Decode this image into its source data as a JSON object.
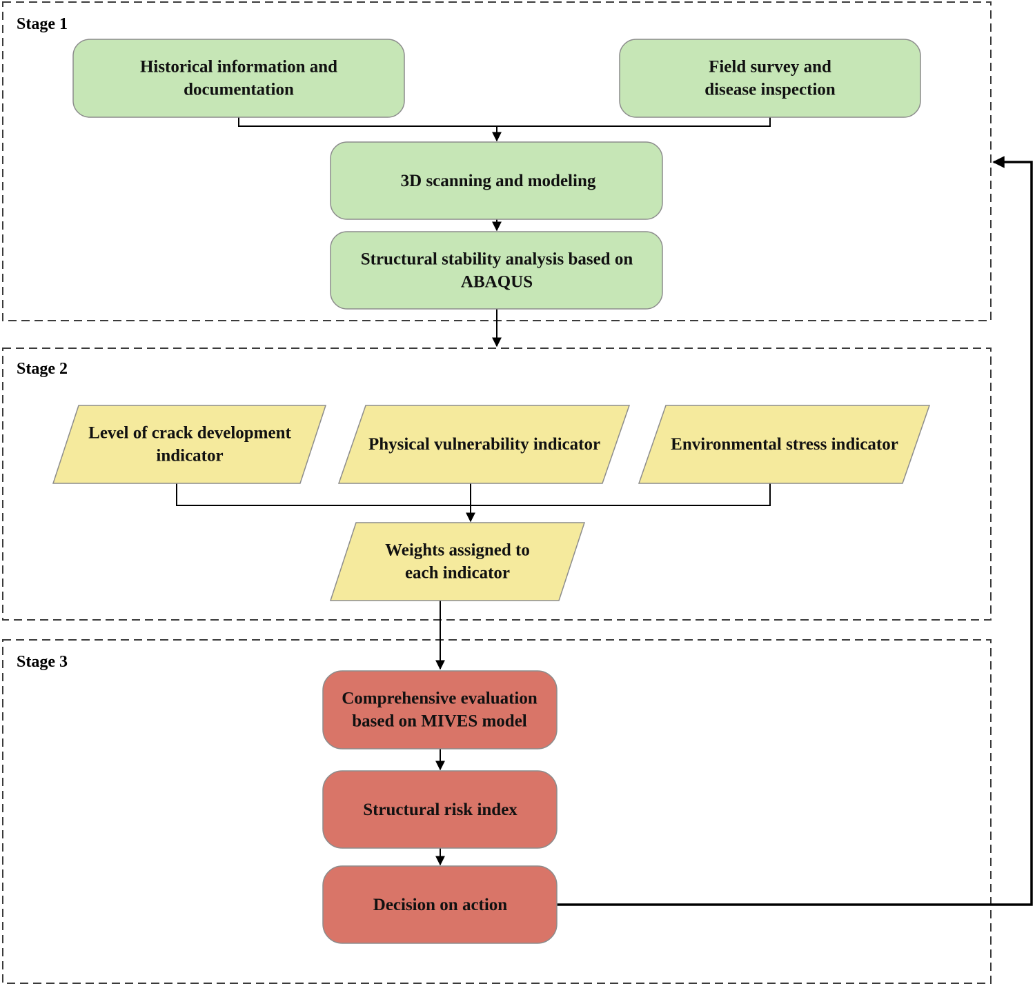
{
  "stages": {
    "stage1": {
      "label": "Stage 1"
    },
    "stage2": {
      "label": "Stage 2"
    },
    "stage3": {
      "label": "Stage 3"
    }
  },
  "nodes": {
    "historical": {
      "lines": [
        "Historical information and",
        "documentation"
      ]
    },
    "field_survey": {
      "lines": [
        "Field survey and",
        "disease inspection"
      ]
    },
    "scanning": {
      "lines": [
        "3D scanning and modeling"
      ]
    },
    "stability": {
      "lines": [
        "Structural stability analysis based on",
        "ABAQUS"
      ]
    },
    "crack": {
      "lines": [
        "Level of crack development",
        "indicator"
      ]
    },
    "physical": {
      "lines": [
        "Physical vulnerability indicator"
      ]
    },
    "environmental": {
      "lines": [
        "Environmental stress indicator"
      ]
    },
    "weights": {
      "lines": [
        "Weights assigned to",
        "each indicator"
      ]
    },
    "mives": {
      "lines": [
        "Comprehensive evaluation",
        "based on MIVES model"
      ]
    },
    "risk_index": {
      "lines": [
        "Structural risk index"
      ]
    },
    "decision": {
      "lines": [
        "Decision on action"
      ]
    }
  },
  "colors": {
    "stage1_fill": "#c6e6b6",
    "stage2_fill": "#f5ea9d",
    "stage3_fill": "#d97568",
    "node_stroke": "#8c8c8c",
    "frame_stroke": "#3a3a3a"
  }
}
